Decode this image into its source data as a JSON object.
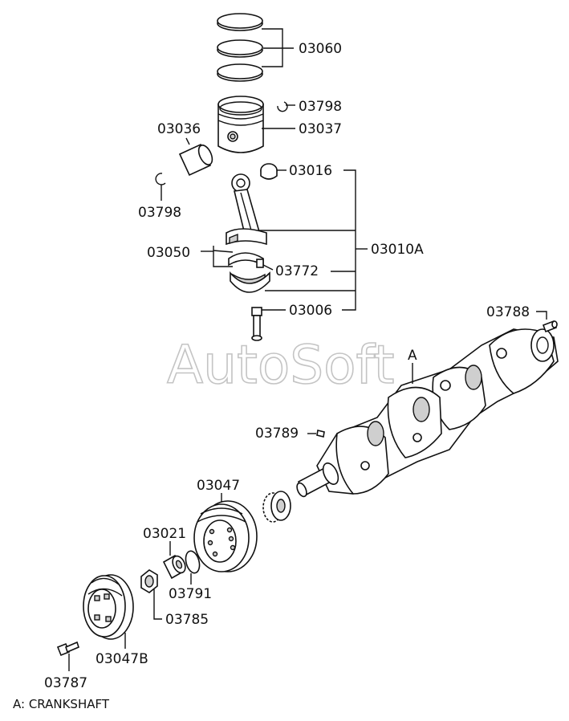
{
  "watermark": "AutoSoft",
  "caption": "A: CRANKSHAFT",
  "callouts": {
    "piston_rings": "03060",
    "snap_ring_top": "03798",
    "piston": "03037",
    "piston_pin": "03036",
    "snap_ring_left": "03798",
    "small_end_bushing": "03016",
    "conrod_assembly": "03010A",
    "conrod_bearing": "03050",
    "conrod_pin": "03772",
    "conrod_bolt": "03006",
    "crankshaft_pin": "03788",
    "crankshaft_ref": "A",
    "key": "03789",
    "pulley_hub": "03047",
    "spacer": "03021",
    "o_ring": "03791",
    "nut": "03785",
    "pulley": "03047B",
    "bolt": "03787"
  },
  "icons": [
    "piston-rings-icon",
    "piston-icon",
    "piston-pin-icon",
    "snap-ring-icon",
    "connecting-rod-icon",
    "bearing-icon",
    "bolt-icon",
    "crankshaft-icon",
    "gear-icon",
    "pulley-icon",
    "nut-icon",
    "o-ring-icon"
  ]
}
